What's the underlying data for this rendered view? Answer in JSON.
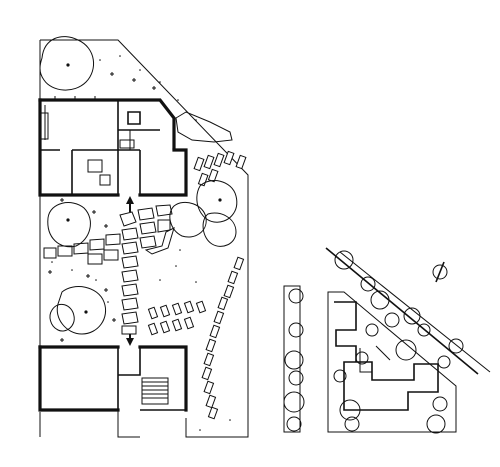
{
  "figure": {
    "kind": "architectural site plan drawing",
    "views": [
      {
        "name": "house-and-garden-plan"
      },
      {
        "name": "site-location-plan"
      }
    ],
    "symbols": [
      "trees",
      "stepping-stones",
      "entrance-arrows",
      "stair",
      "north-arrow"
    ]
  },
  "colors": {
    "ink": "#111111",
    "paper": "#ffffff"
  }
}
